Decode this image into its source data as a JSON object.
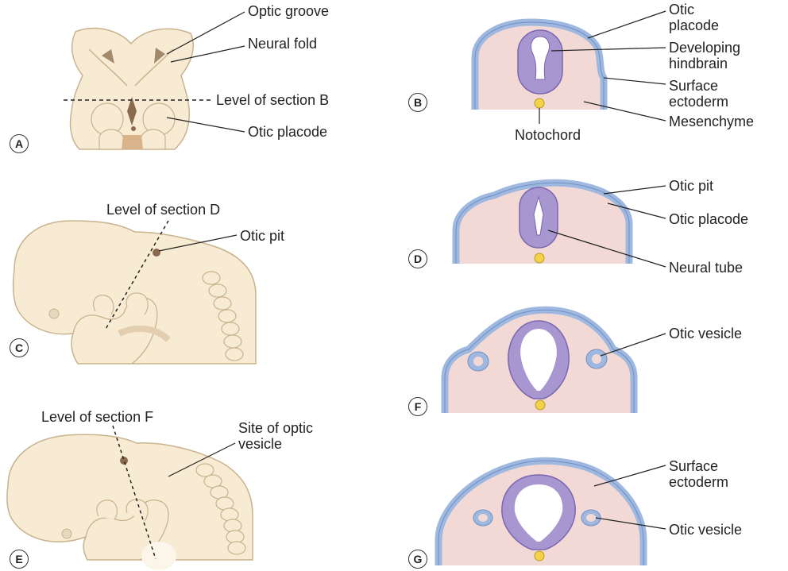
{
  "panels": [
    "A",
    "B",
    "C",
    "D",
    "E",
    "F",
    "G"
  ],
  "labels": {
    "optic_groove": "Optic groove",
    "neural_fold": "Neural fold",
    "level_section_b": "Level of section B",
    "otic_placode_a": "Otic placode",
    "otic_placode_b_1": "Otic",
    "otic_placode_b_2": "placode",
    "developing_hindbrain_1": "Developing",
    "developing_hindbrain_2": "hindbrain",
    "surface_ectoderm_b_1": "Surface",
    "surface_ectoderm_b_2": "ectoderm",
    "mesenchyme": "Mesenchyme",
    "notochord": "Notochord",
    "level_section_d": "Level of section D",
    "otic_pit_c": "Otic pit",
    "otic_pit_d": "Otic pit",
    "otic_placode_d": "Otic placode",
    "neural_tube": "Neural tube",
    "otic_vesicle_f": "Otic vesicle",
    "level_section_f": "Level of section F",
    "site_optic_vesicle_1": "Site of optic",
    "site_optic_vesicle_2": "vesicle",
    "surface_ectoderm_g_1": "Surface",
    "surface_ectoderm_g_2": "ectoderm",
    "otic_vesicle_g": "Otic vesicle"
  },
  "colors": {
    "embryo": "#f7ebd3",
    "embryo_outline": "#c9b38e",
    "mesenchyme": "#f3d9d6",
    "ectoderm": "#9fb8df",
    "ectoderm_outline": "#6f8fc4",
    "neural_tube": "#a796cf",
    "neural_tube_outline": "#7a66b0",
    "notochord": "#f3d24a",
    "pit": "#8a6a4e",
    "line": "#222222"
  }
}
